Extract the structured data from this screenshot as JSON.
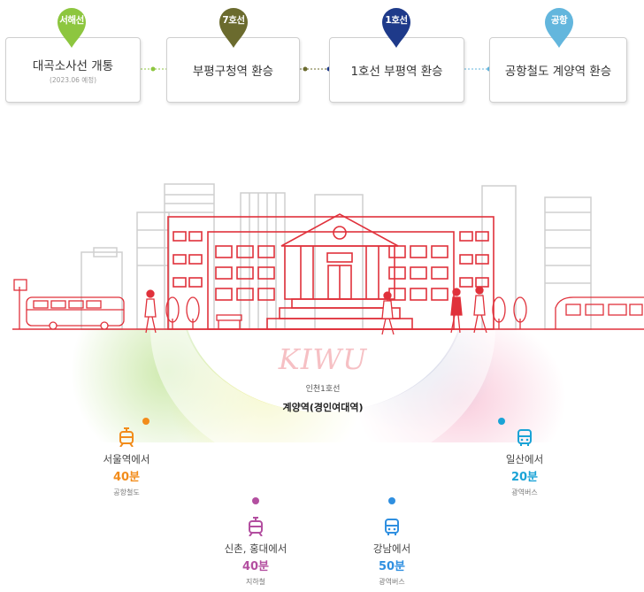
{
  "lines": [
    {
      "pin": "서해선",
      "pin_color": "#8dc63f",
      "title": "대곡소사선 개통",
      "note": "(2023.06 예정)"
    },
    {
      "pin": "7호선",
      "pin_color": "#6b6b2e",
      "title": "부평구청역 환승",
      "note": ""
    },
    {
      "pin": "1호선",
      "pin_color": "#1e3a8a",
      "title": "1호선 부평역 환승",
      "note": ""
    },
    {
      "pin": "공항",
      "pin_color": "#63b6dd",
      "title": "공항철도 계양역 환승",
      "note": ""
    }
  ],
  "station": {
    "brand": "KIWU",
    "line": "인천1호선",
    "name": "계양역(경인여대역)"
  },
  "routes": [
    {
      "from": "서울역에서",
      "time": "40분",
      "mode": "공항철도",
      "color": "#f28c1b",
      "icon": "train-icon"
    },
    {
      "from": "일산에서",
      "time": "20분",
      "mode": "광역버스",
      "color": "#1aa3d6",
      "icon": "bus-icon"
    },
    {
      "from": "신촌, 홍대에서",
      "time": "40분",
      "mode": "지하철",
      "color": "#b34fa0",
      "icon": "subway-icon"
    },
    {
      "from": "강남에서",
      "time": "50분",
      "mode": "광역버스",
      "color": "#2f8fe0",
      "icon": "bus-icon"
    }
  ],
  "colors": {
    "accent": "#e0313b",
    "buildings": "#cfcfcf"
  }
}
